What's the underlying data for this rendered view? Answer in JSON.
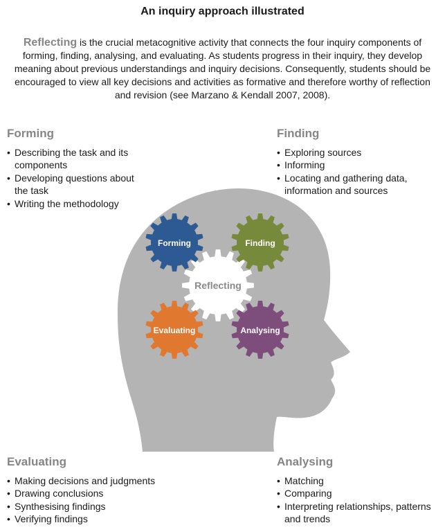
{
  "title": "An inquiry approach illustrated",
  "intro": {
    "lead": "Reflecting",
    "text": " is the crucial metacognitive activity that connects the four inquiry components of forming, finding, analysing, and evaluating. As students progress in their inquiry, they develop meaning about previous understandings and inquiry decisions. Consequently, students should be encouraged to view all key decisions and activities as formative and therefore worthy of reflection and revision (see Marzano & Kendall 2007, 2008)."
  },
  "sections": {
    "forming": {
      "heading": "Forming",
      "items": [
        "Describing the task and its components",
        "Developing questions about the task",
        "Writing the methodology"
      ]
    },
    "finding": {
      "heading": "Finding",
      "items": [
        "Exploring sources",
        "Informing",
        "Locating and gathering data, information and sources"
      ]
    },
    "evaluating": {
      "heading": "Evaluating",
      "items": [
        "Making decisions and judgments",
        "Drawing conclusions",
        "Synthesising findings",
        "Verifying findings"
      ]
    },
    "analysing": {
      "heading": "Analysing",
      "items": [
        "Matching",
        "Comparing",
        "Interpreting relationships, patterns and trends"
      ]
    }
  },
  "gears": {
    "forming": {
      "label": "Forming",
      "color": "#2e5a93"
    },
    "finding": {
      "label": "Finding",
      "color": "#77893a"
    },
    "evaluating": {
      "label": "Evaluating",
      "color": "#e0782f"
    },
    "analysing": {
      "label": "Analysing",
      "color": "#7d4d7c"
    },
    "reflecting": {
      "label": "Reflecting",
      "color": "#ffffff"
    }
  },
  "colors": {
    "head": "#b4b4b4",
    "heading": "#868686"
  }
}
